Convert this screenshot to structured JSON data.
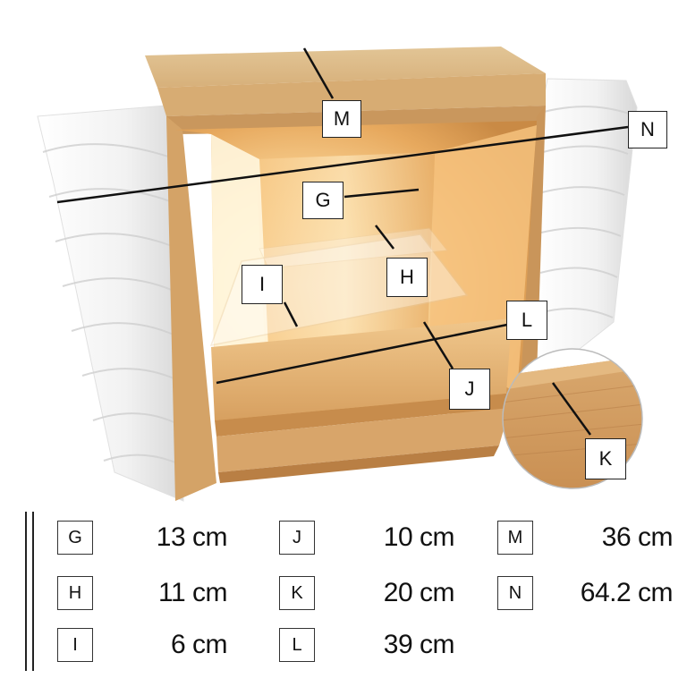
{
  "callouts": {
    "M": "M",
    "N": "N",
    "G": "G",
    "H": "H",
    "I": "I",
    "J": "J",
    "K": "K",
    "L": "L"
  },
  "dimensions": {
    "G": {
      "key": "G",
      "value": "13 cm"
    },
    "H": {
      "key": "H",
      "value": "11 cm"
    },
    "I": {
      "key": "I",
      "value": "6 cm"
    },
    "J": {
      "key": "J",
      "value": "10 cm"
    },
    "K": {
      "key": "K",
      "value": "20 cm"
    },
    "L": {
      "key": "L",
      "value": "39 cm"
    },
    "M": {
      "key": "M",
      "value": "36 cm"
    },
    "N": {
      "key": "N",
      "value": "64.2 cm"
    }
  },
  "colors": {
    "wood_light": "#e8c48f",
    "wood_mid": "#d9a56b",
    "wood_dark": "#b98450",
    "glow": "#fff4d6",
    "door_white": "#f4f4f4",
    "line": "#111111"
  }
}
